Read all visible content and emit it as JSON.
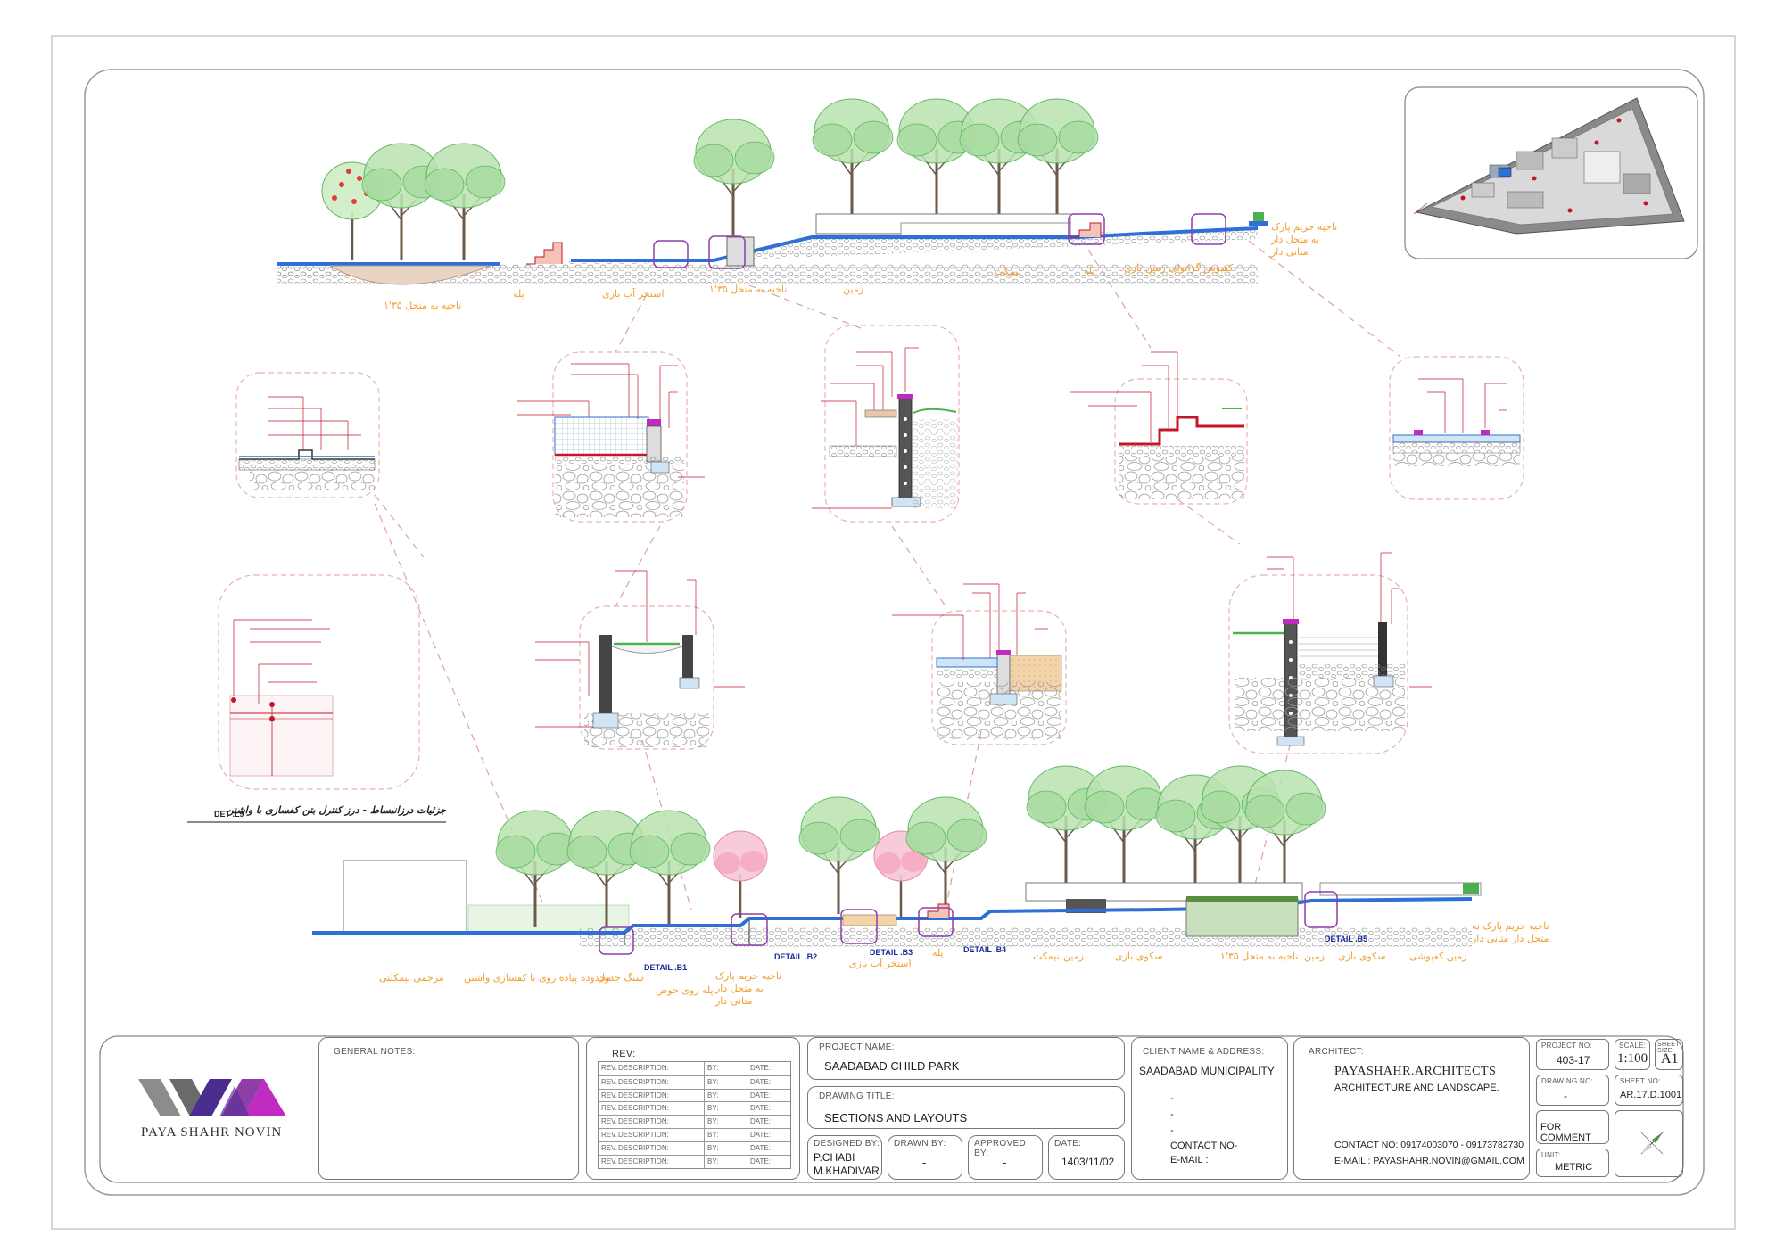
{
  "colors": {
    "accent_purple": "#8e3ea8",
    "callout_red": "#c4162a",
    "water_blue": "#2e6fd8",
    "annotation_orange": "#f0a030",
    "tree_green": "#4caf50",
    "blossom_pink": "#f4a6c0"
  },
  "detail_title": "جزئیات درزانبساط - درز کنترل بتن کفسازی با واشنن",
  "detail_code": "DET .L9",
  "top_section_labels": [
    "ناحیه به متحل ۳۵'۱",
    "پله",
    "استخر آب بازی",
    "ناحیه به متحل ۳۵'۱",
    "زمین",
    "تیمکت",
    "پله",
    "کفپوش گرانولی زمین بازی",
    "ناحیه حریم پارک به متحل دار متانی دار"
  ],
  "bottom_section_labels": [
    "مرجمی نیمکلتی",
    "محدوده پیاده روی با کفسازی واشنن",
    "سنگ جدول",
    "پله روی حوض",
    "ناحیه حریم پارک به متحل دار متانی دار",
    "استخر آب بازی",
    "پله",
    "نیمکت",
    "زمین",
    "سکوی بازی",
    "ناحیه به متحل ۳۵'۱",
    "زمین",
    "سکوی بازی",
    "زمین کفپوشی",
    "ناحیه حریم پارک به متحل دار متانی دار"
  ],
  "detail_tags": [
    "DETAIL .B1",
    "DETAIL .B2",
    "DETAIL .B3",
    "DETAIL .B4",
    "DETAIL .B5"
  ],
  "title_block": {
    "logo_name": "PAYA SHAHR NOVIN",
    "general_notes_label": "GENERAL NOTES:",
    "rev_heading": "REV:",
    "rev_rows": [
      {
        "rev": "REV.",
        "desc": "DESCRIPTION:",
        "by": "BY:",
        "date": "DATE:"
      },
      {
        "rev": "REV.",
        "desc": "DESCRIPTION:",
        "by": "BY:",
        "date": "DATE:"
      },
      {
        "rev": "REV.",
        "desc": "DESCRIPTION:",
        "by": "BY:",
        "date": "DATE:"
      },
      {
        "rev": "REV.",
        "desc": "DESCRIPTION:",
        "by": "BY:",
        "date": "DATE:"
      },
      {
        "rev": "REV.",
        "desc": "DESCRIPTION:",
        "by": "BY:",
        "date": "DATE:"
      },
      {
        "rev": "REV.",
        "desc": "DESCRIPTION:",
        "by": "BY:",
        "date": "DATE:"
      },
      {
        "rev": "REV.",
        "desc": "DESCRIPTION:",
        "by": "BY:",
        "date": "DATE:"
      },
      {
        "rev": "REV.",
        "desc": "DESCRIPTION:",
        "by": "BY:",
        "date": "DATE:"
      }
    ],
    "project_name_label": "PROJECT NAME:",
    "project_name": "SAADABAD CHILD PARK",
    "drawing_title_label": "DRAWING TITLE:",
    "drawing_title": "SECTIONS AND LAYOUTS",
    "designed_by_label": "DESIGNED BY:",
    "designed_by_1": "P.CHABI",
    "designed_by_2": "M.KHADIVAR",
    "drawn_by_label": "DRAWN BY:",
    "drawn_by": "-",
    "approved_by_label": "APPROVED BY:",
    "approved_by": "-",
    "date_label": "DATE:",
    "date": "1403/11/02",
    "client_label": "CLIENT NAME & ADDRESS:",
    "client_name": "SAADABAD MUNICIPALITY",
    "client_dash_1": "-",
    "client_dash_2": "-",
    "client_dash_3": "-",
    "client_contact": "CONTACT NO-",
    "client_email": "E-MAIL :",
    "architect_label": "ARCHITECT:",
    "architect_name": "PAYASHAHR.ARCHITECTS",
    "architect_sub": "ARCHITECTURE AND LANDSCAPE.",
    "architect_contact": "CONTACT NO: 09174003070 - 09173782730",
    "architect_email": "E-MAIL : PAYASHAHR.NOVIN@GMAIL.COM",
    "project_no_label": "PROJECT NO:",
    "project_no": "403-17",
    "scale_label": "SCALE:",
    "scale": "1:100",
    "sheet_size_label": "SHEET SIZE:",
    "sheet_size": "A1",
    "drawing_no_label": "DRAWING NO:",
    "drawing_no": "-",
    "sheet_no_label": "SHEET NO:",
    "sheet_no": "AR.17.D.1001",
    "status": "FOR COMMENT",
    "unit_label": "UNIT:",
    "unit": "METRIC"
  }
}
